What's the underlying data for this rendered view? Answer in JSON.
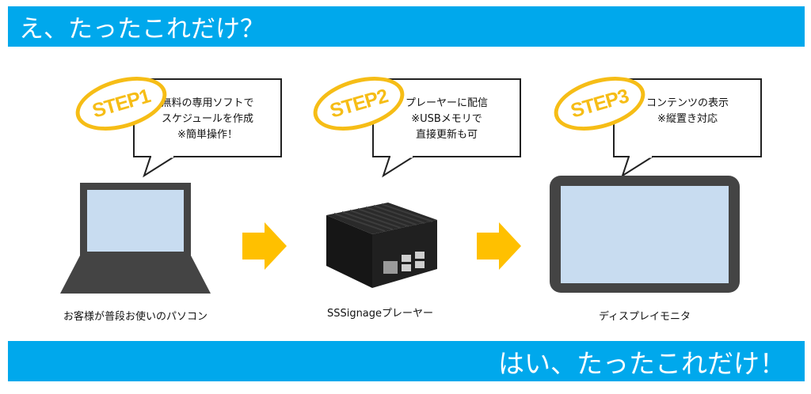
{
  "header": {
    "title": "え、たったこれだけ？"
  },
  "footer": {
    "title": "はい、たったこれだけ！"
  },
  "steps": [
    {
      "badge": "STEP1",
      "lines": [
        "無料の専用ソフトで",
        "スケジュールを作成",
        "※簡単操作！"
      ],
      "caption": "お客様が普段お使いのパソコン"
    },
    {
      "badge": "STEP2",
      "lines": [
        "プレーヤーに配信",
        "※USBメモリで",
        "直接更新も可"
      ],
      "caption": "SSSignageプレーヤー"
    },
    {
      "badge": "STEP3",
      "lines": [
        "コンテンツの表示",
        "※縦置き対応"
      ],
      "caption": "ディスプレイモニタ"
    }
  ],
  "colors": {
    "banner": "#00a8ec",
    "badge": "#f6bd16",
    "arrow": "#ffc000",
    "screen": "#c8dcf0"
  },
  "icons": [
    "laptop-icon",
    "media-player-icon",
    "monitor-icon",
    "arrow-right-icon"
  ]
}
